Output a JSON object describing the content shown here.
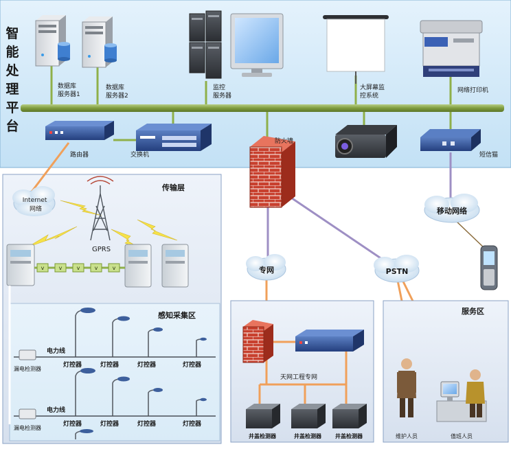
{
  "platform": {
    "title_chars": [
      "智",
      "能",
      "处",
      "理",
      "平",
      "台"
    ],
    "database_server_1": "数据库服务器1",
    "database_server_1_lines": [
      "数据库",
      "服务器1"
    ],
    "database_server_2": "数据库服务器2",
    "database_server_2_lines": [
      "数据库",
      "服务器2"
    ],
    "monitor_server": "监控服务器",
    "monitor_server_lines": [
      "监控",
      "服务器"
    ],
    "big_screen": "大屏幕监控系统",
    "big_screen_lines": [
      "大屏幕监",
      "控系统"
    ],
    "network_printer": "网络打印机",
    "router": "路由器",
    "switch": "交换机",
    "firewall": "防火墙",
    "sms_gateway": "短信猫"
  },
  "transport": {
    "title": "传输层",
    "internet": "Internet网络",
    "internet_lines": [
      "Internet",
      "网络"
    ],
    "gprs": "GPRS",
    "v_labels": [
      "v",
      "v",
      "v",
      "v",
      "v"
    ]
  },
  "sensing": {
    "title": "感知采集区",
    "power_line_1": "电力线",
    "power_line_2": "电力线",
    "leakage_detector_1": "漏电检测器",
    "leakage_detector_2": "漏电检测器",
    "lamp_labels_row1": [
      "灯控器",
      "灯控器",
      "灯控器",
      "灯控器"
    ],
    "lamp_labels_row2": [
      "灯控器",
      "灯控器",
      "灯控器",
      "灯控器"
    ]
  },
  "network": {
    "private_net": "专网",
    "pstn": "PSTN",
    "mobile_net": "移动网络"
  },
  "project_net": {
    "title": "天网工程专网",
    "well_detectors": [
      "井盖检测器",
      "井盖检测器",
      "井盖检测器"
    ]
  },
  "service": {
    "title": "服务区",
    "maintenance": "维护人员",
    "on_duty": "值班人员"
  }
}
